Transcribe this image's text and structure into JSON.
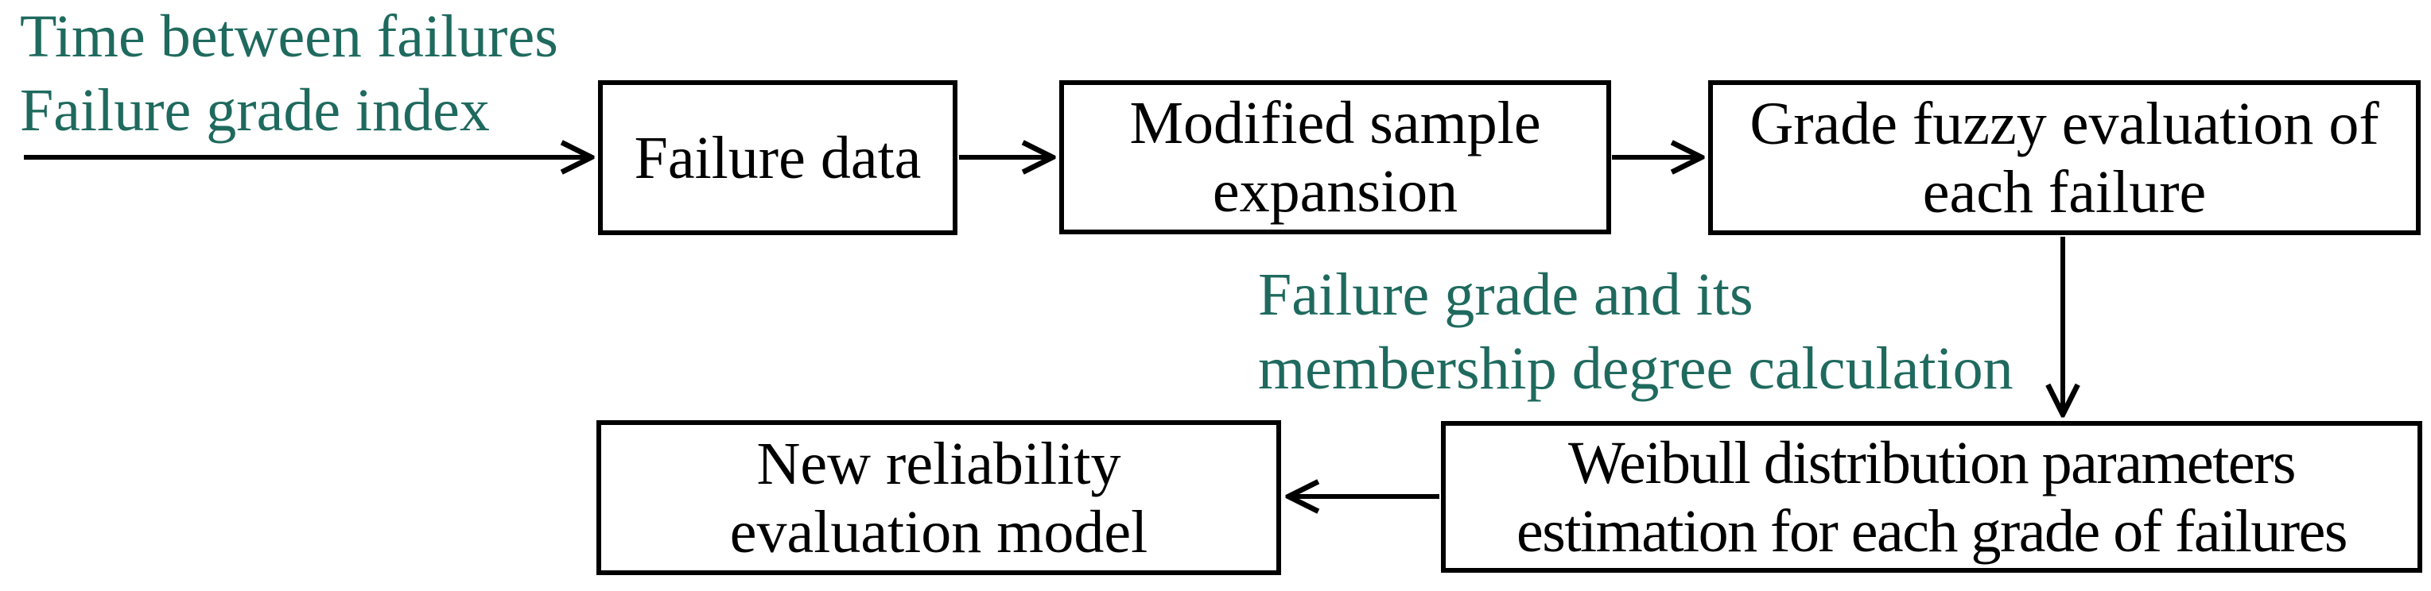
{
  "figure": {
    "type": "flowchart",
    "description": "Reliability evaluation modelling process flowchart"
  },
  "colors": {
    "accent_teal": "#1f6a5e",
    "line_black": "#000000",
    "background": "#ffffff",
    "box_fill": "#ffffff"
  },
  "labels": {
    "input": {
      "line1": "Time between failures",
      "line2": "Failure grade index"
    },
    "middle": {
      "line1": "Failure grade and its",
      "line2": "membership degree calculation"
    }
  },
  "boxes": {
    "failure_data": {
      "lines": [
        "Failure data"
      ]
    },
    "modified_sample": {
      "lines": [
        "Modified sample",
        "expansion"
      ]
    },
    "grade_fuzzy": {
      "lines": [
        "Grade fuzzy evaluation of",
        "each failure"
      ]
    },
    "new_reliability": {
      "lines": [
        "New reliability",
        "evaluation model"
      ]
    },
    "weibull": {
      "lines": [
        "Weibull distribution parameters",
        "estimation for each grade of failures"
      ]
    }
  },
  "arrows": [
    {
      "from": "input-labels",
      "to": "failure-data",
      "direction": "right"
    },
    {
      "from": "failure-data",
      "to": "modified-sample-expansion",
      "direction": "right"
    },
    {
      "from": "modified-sample-expansion",
      "to": "grade-fuzzy-evaluation",
      "direction": "right"
    },
    {
      "from": "grade-fuzzy-evaluation",
      "to": "weibull-estimation",
      "direction": "down"
    },
    {
      "from": "weibull-estimation",
      "to": "new-reliability-model",
      "direction": "left"
    }
  ]
}
